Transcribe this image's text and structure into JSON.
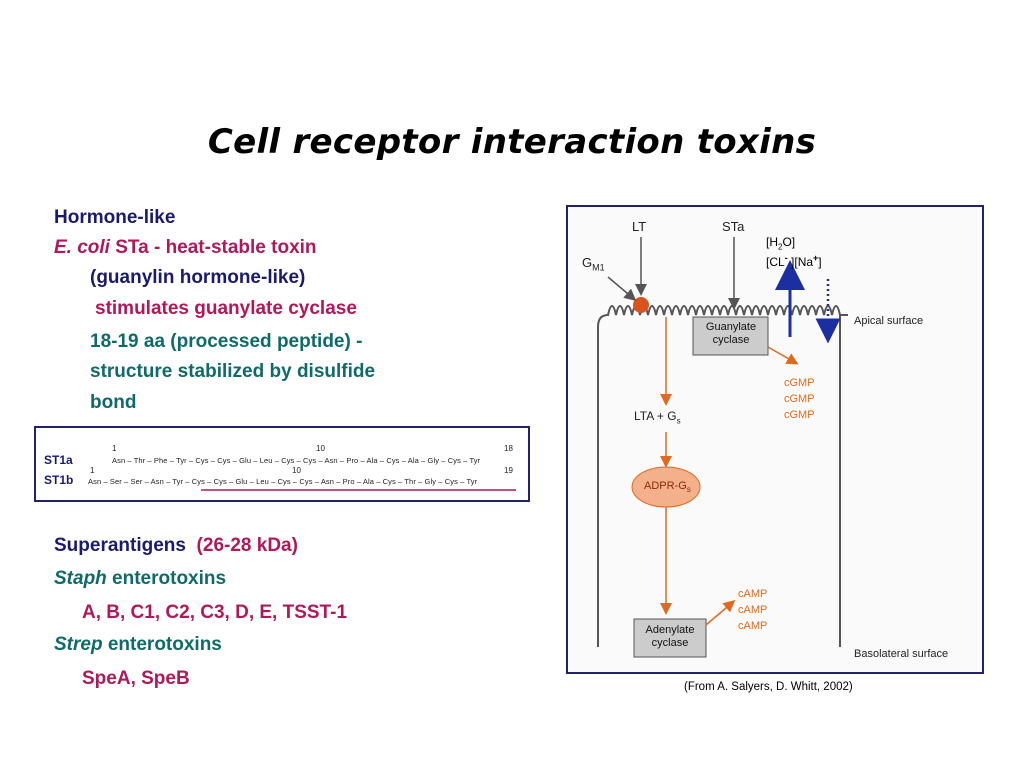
{
  "title": "Cell receptor interaction toxins",
  "hormone": {
    "heading": "Hormone-like",
    "line1_italic": "E. coli",
    "line1_rest": " STa - heat-stable toxin",
    "line2": "(guanylin hormone-like)",
    "line3": "stimulates guanylate cyclase",
    "line4": "18-19 aa (processed peptide) -",
    "line5": "structure stabilized by disulfide",
    "line6": "bond"
  },
  "sequence": {
    "labels": [
      "ST1a",
      "ST1b"
    ],
    "row1": "Asn – Thr – Phe – Tyr – Cys – Cys – Glu – Leu – Cys – Cys – Asn – Pro – Ala – Cys – Ala – Gly – Cys – Tyr",
    "row2": "Asn – Ser – Ser – Asn – Tyr – Cys – Cys – Glu – Leu – Cys – Cys – Asn – Pro – Ala – Cys – Thr – Gly – Cys – Tyr",
    "num_1a": "1",
    "num_1b": "1",
    "num_10a": "10",
    "num_10b": "10",
    "num_18": "18",
    "num_19": "19"
  },
  "superantigens": {
    "heading": "Superantigens",
    "size": "(26-28 kDa)",
    "staph_italic": "Staph",
    "staph_rest": " enterotoxins",
    "staph_list": "A, B, C1, C2, C3, D, E, TSST-1",
    "strep_italic": "Strep",
    "strep_rest": " enterotoxins",
    "strep_list": "SpeA, SpeB"
  },
  "figure": {
    "lt": "LT",
    "sta": "STa",
    "gm1": "G",
    "gm1_sub": "M1",
    "h2o_pre": "[H",
    "h2o_sub": "2",
    "h2o_post": "O]",
    "cl": "[CL",
    "cl_sup": "-",
    "na": " ][Na",
    "na_sup": "+",
    "na_close": "]",
    "apical": "Apical surface",
    "guanylate": "Guanylate cyclase",
    "cgmp": "cGMP",
    "lta": "LTA + G",
    "lta_sub": "s",
    "adpr": "ADPR-G",
    "adpr_sub": "s",
    "camp": "cAMP",
    "adenylate": "Adenylate cyclase",
    "basolateral": "Basolateral surface",
    "accent_orange": "#e06a1f",
    "accent_blue": "#1c2fa0"
  },
  "caption": "(From A. Salyers, D. Whitt, 2002)"
}
